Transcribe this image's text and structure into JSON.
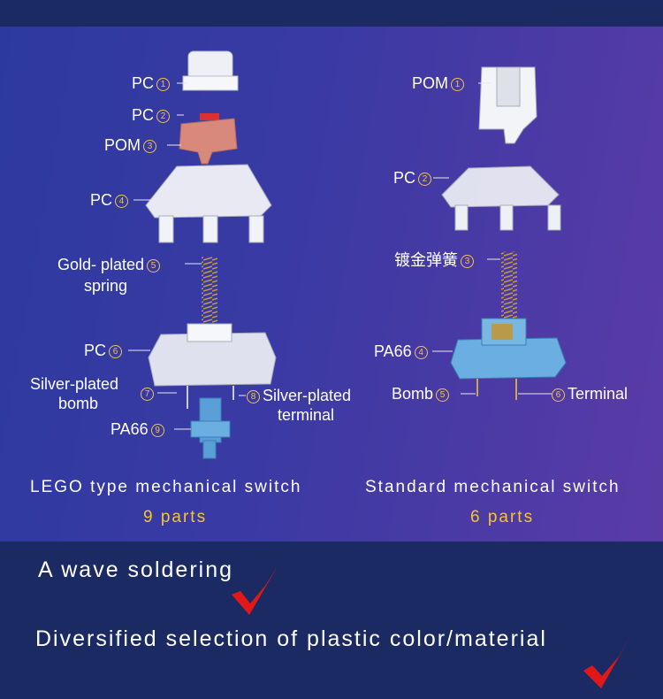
{
  "left": {
    "labels": [
      {
        "text": "PC",
        "num": "1"
      },
      {
        "text": "PC",
        "num": "2"
      },
      {
        "text": "POM",
        "num": "3"
      },
      {
        "text": "PC",
        "num": "4"
      },
      {
        "text": "Gold- plated",
        "num": "5",
        "line2": "spring"
      },
      {
        "text": "PC",
        "num": "6"
      },
      {
        "text": "Silver-plated",
        "num": "7",
        "line2": "bomb"
      },
      {
        "text": "Silver-plated",
        "num": "8",
        "line2": "terminal"
      },
      {
        "text": "PA66",
        "num": "9"
      }
    ],
    "caption": "LEGO type mechanical switch",
    "parts": "9 parts"
  },
  "right": {
    "labels": [
      {
        "text": "POM",
        "num": "1"
      },
      {
        "text": "PC",
        "num": "2"
      },
      {
        "text": "镀金弹簧",
        "num": "3"
      },
      {
        "text": "PA66",
        "num": "4"
      },
      {
        "text": "Bomb",
        "num": "5"
      },
      {
        "text": "Terminal",
        "num": "6"
      }
    ],
    "caption": "Standard mechanical switch",
    "parts": "6 parts"
  },
  "footer": {
    "line1": "A wave soldering",
    "line2": "Diversified selection of plastic color/material"
  },
  "colors": {
    "check": "#e01818",
    "accent": "#f4c531",
    "pink": "#d9897b",
    "blue": "#5a9fd6"
  }
}
